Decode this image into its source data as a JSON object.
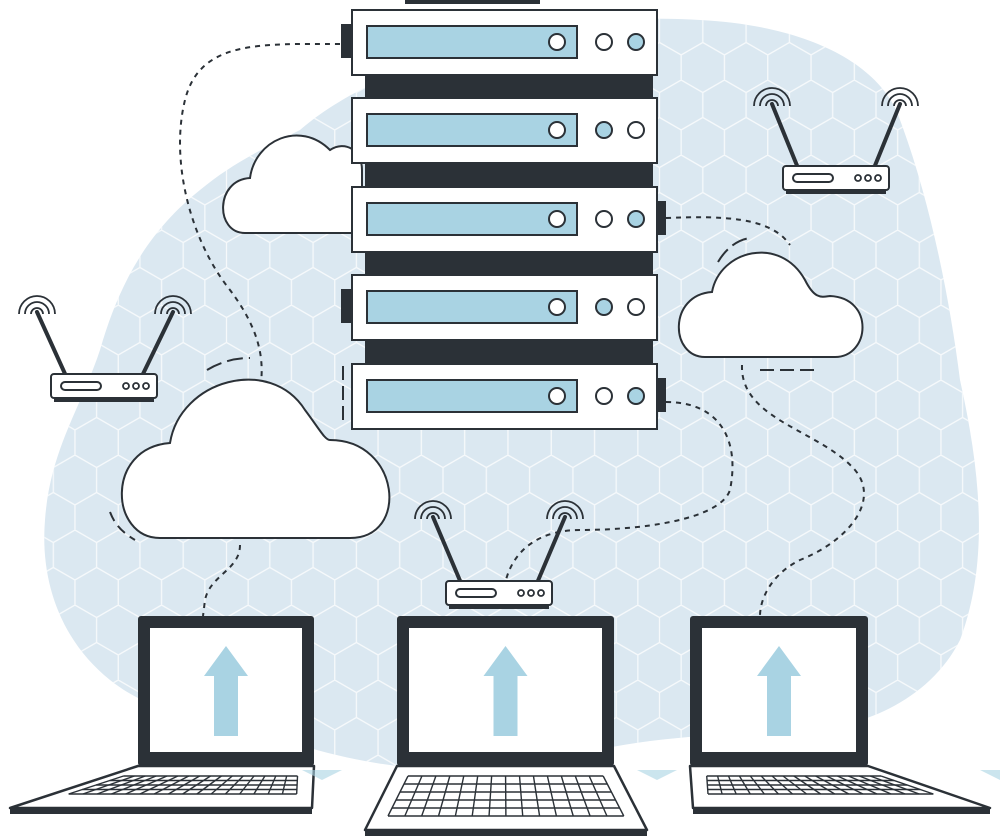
{
  "colors": {
    "background": "#ffffff",
    "blob": "#dbe8f1",
    "hex_line": "#ffffff",
    "outline": "#2b3137",
    "panel_fill": "#a9d3e3",
    "white": "#ffffff",
    "accent": "#a9d3e3"
  },
  "server_units": [
    {
      "leds": [
        "white",
        "white",
        "blue"
      ],
      "side_port": "left"
    },
    {
      "leds": [
        "white",
        "blue",
        "white"
      ],
      "side_port": "none"
    },
    {
      "leds": [
        "white",
        "white",
        "blue"
      ],
      "side_port": "right"
    },
    {
      "leds": [
        "white",
        "blue",
        "white"
      ],
      "side_port": "left"
    },
    {
      "leds": [
        "white",
        "white",
        "blue"
      ],
      "side_port": "right"
    }
  ],
  "routers": [
    {
      "name": "router-top-right"
    },
    {
      "name": "router-left"
    },
    {
      "name": "router-center"
    }
  ],
  "clouds": [
    {
      "name": "cloud-top-left"
    },
    {
      "name": "cloud-right"
    },
    {
      "name": "cloud-large-left"
    }
  ],
  "laptops": [
    {
      "name": "laptop-left",
      "screen_icon": "upload-arrow-icon"
    },
    {
      "name": "laptop-center",
      "screen_icon": "upload-arrow-icon"
    },
    {
      "name": "laptop-right",
      "screen_icon": "upload-arrow-icon"
    }
  ],
  "illustration_icons": [
    "server-rack-icon",
    "cloud-icon",
    "wifi-router-icon",
    "laptop-icon",
    "upload-arrow-icon",
    "hexagon-pattern"
  ]
}
